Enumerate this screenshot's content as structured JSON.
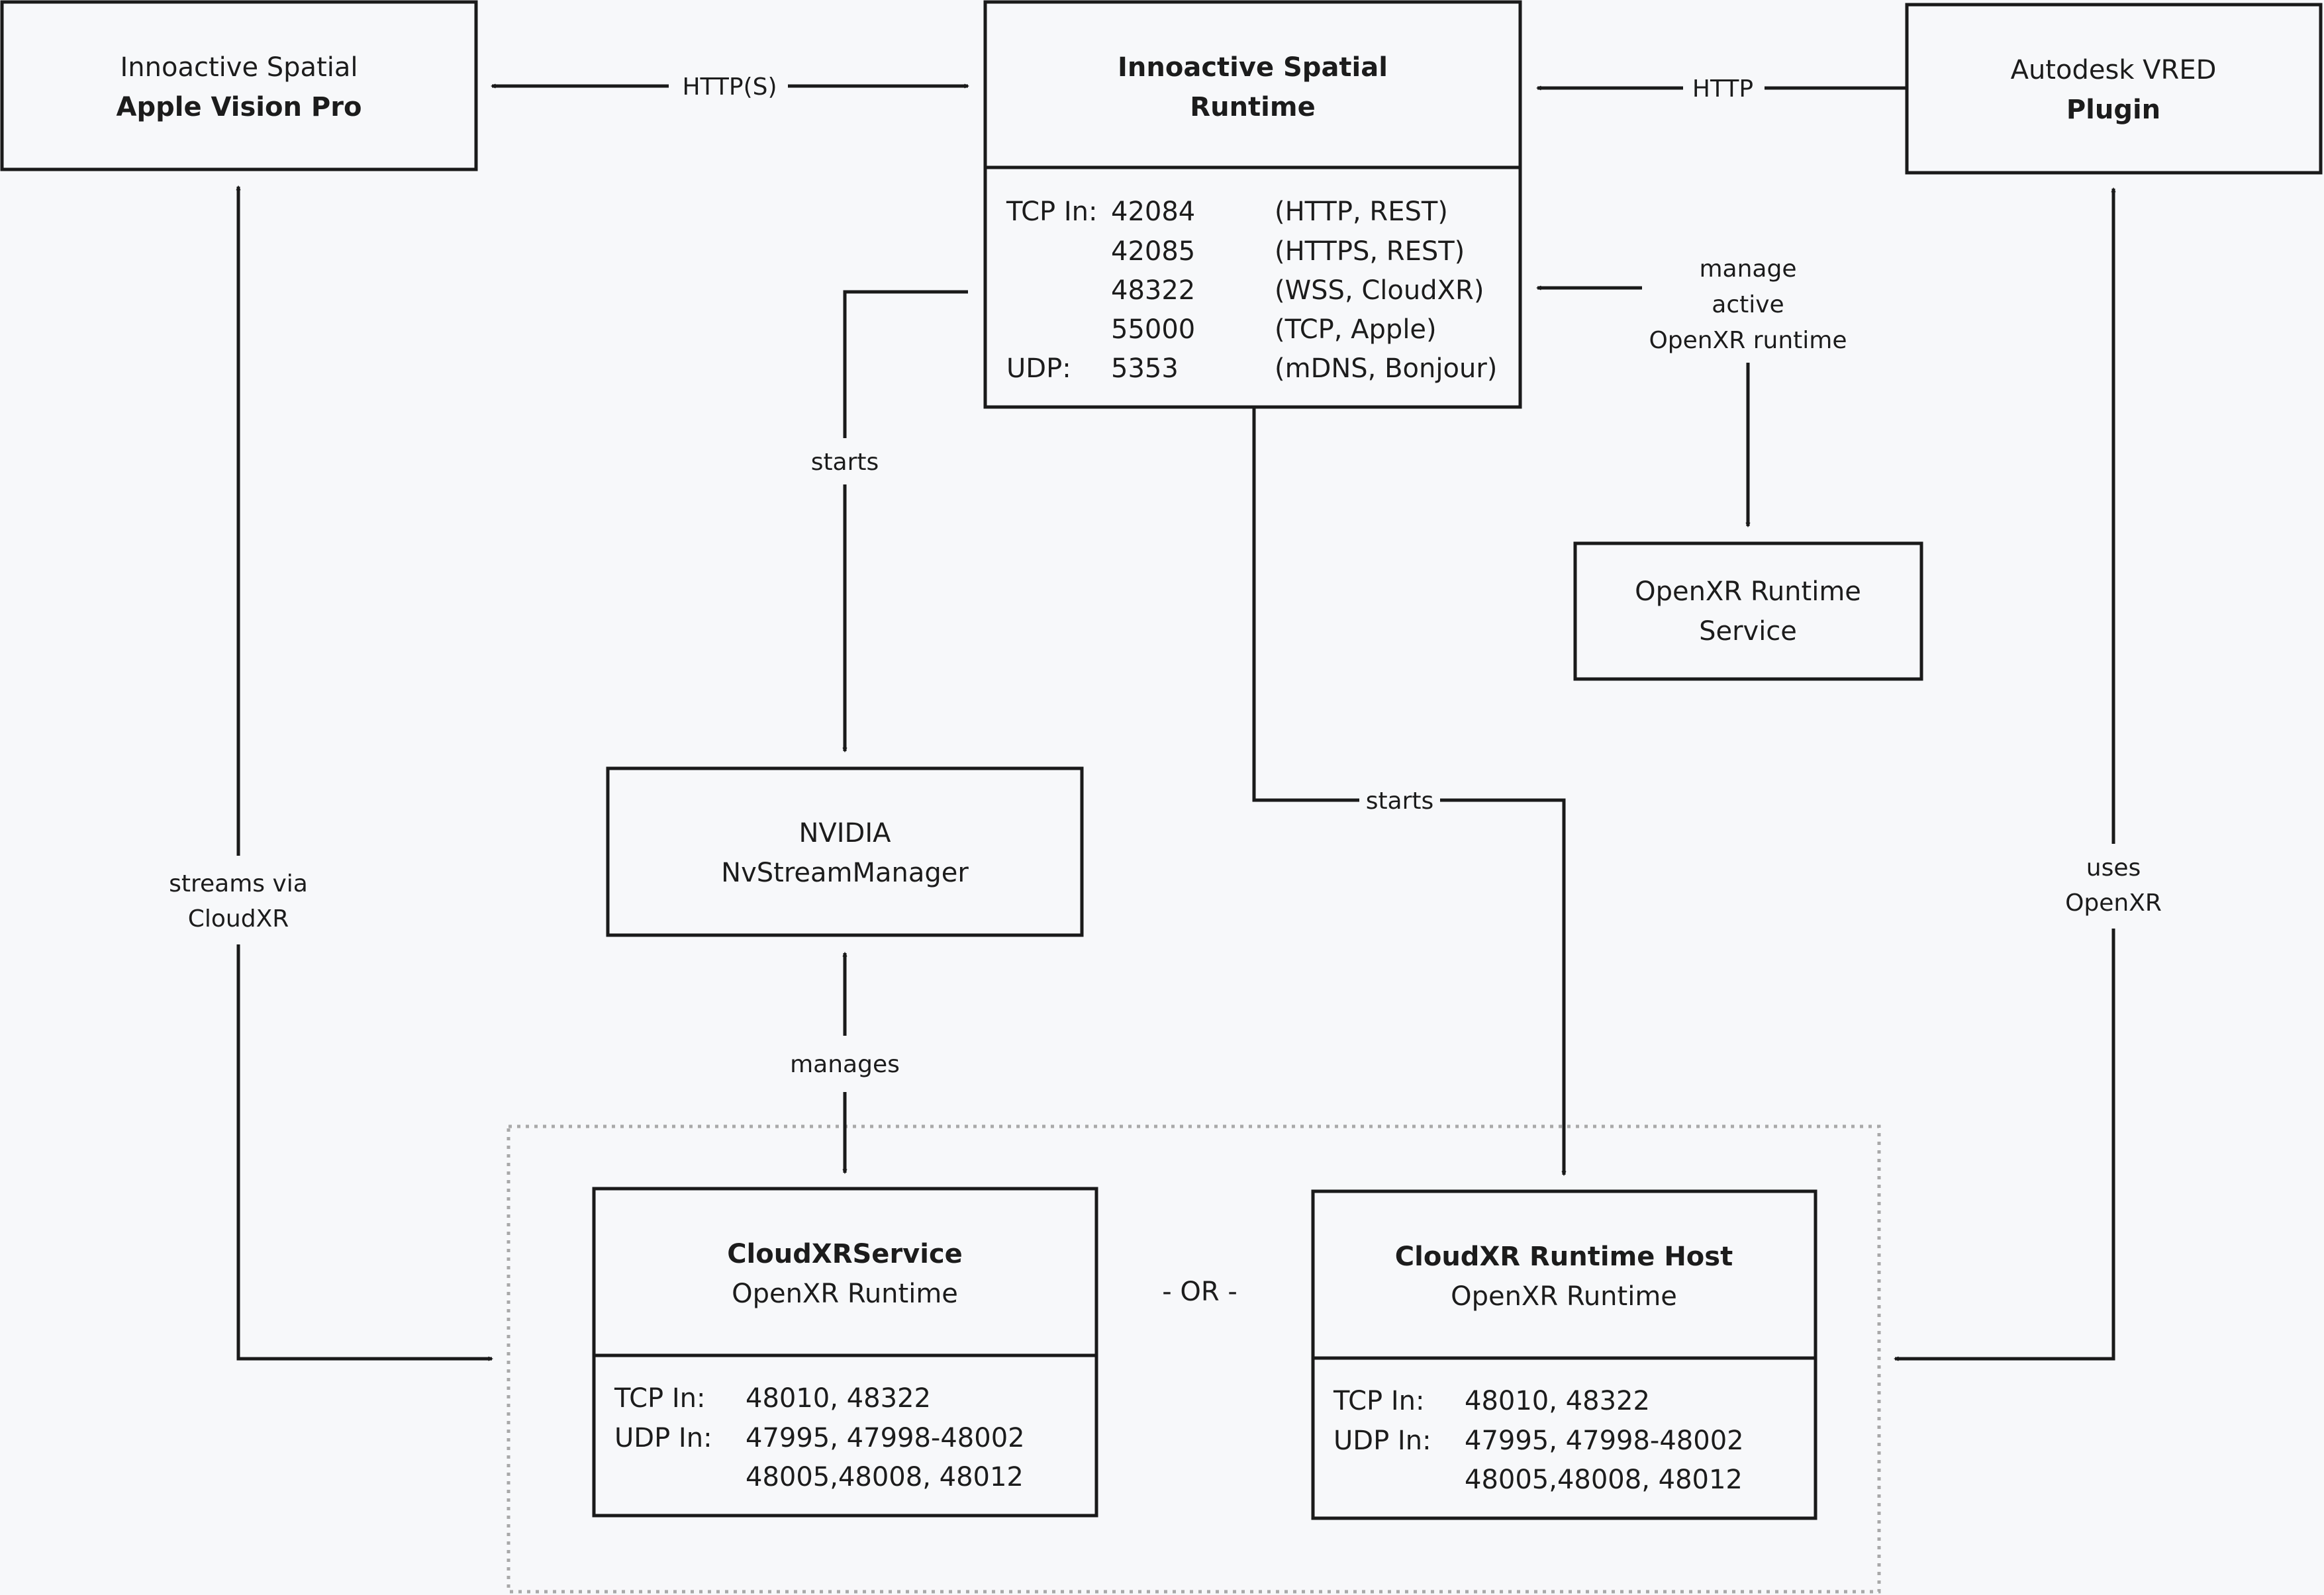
{
  "nodes": {
    "vision_pro": {
      "line1": "Innoactive Spatial",
      "line2": "Apple Vision Pro"
    },
    "runtime": {
      "line1": "Innoactive Spatial",
      "line2": "Runtime",
      "ports": [
        {
          "proto": "TCP In:",
          "port": "42084",
          "desc": "(HTTP, REST)"
        },
        {
          "proto": "",
          "port": "42085",
          "desc": "(HTTPS, REST)"
        },
        {
          "proto": "",
          "port": "48322",
          "desc": "(WSS, CloudXR)"
        },
        {
          "proto": "",
          "port": "55000",
          "desc": "(TCP, Apple)"
        },
        {
          "proto": "UDP:",
          "port": "5353",
          "desc": "(mDNS, Bonjour)"
        }
      ]
    },
    "vred": {
      "line1": "Autodesk VRED",
      "line2": "Plugin"
    },
    "openxr_service": {
      "line1": "OpenXR Runtime",
      "line2": "Service"
    },
    "nvidia": {
      "line1": "NVIDIA",
      "line2": "NvStreamManager"
    },
    "cloudxr_service": {
      "line1": "CloudXRService",
      "line2": "OpenXR Runtime",
      "tcp_label": "TCP In:",
      "tcp_ports": "48010, 48322",
      "udp_label": "UDP In:",
      "udp_ports_1": "47995, 47998-48002",
      "udp_ports_2": "48005,48008, 48012"
    },
    "cloudxr_host": {
      "line1": "CloudXR Runtime Host",
      "line2": "OpenXR Runtime",
      "tcp_label": "TCP In:",
      "tcp_ports": "48010, 48322",
      "udp_label": "UDP In:",
      "udp_ports_1": "47995, 47998-48002",
      "udp_ports_2": "48005,48008, 48012"
    }
  },
  "edges": {
    "https": "HTTP(S)",
    "http": "HTTP",
    "manage_1": "manage",
    "manage_2": "active",
    "manage_3": "OpenXR runtime",
    "starts_nvidia": "starts",
    "starts_host": "starts",
    "manages": "manages",
    "streams_1": "streams via",
    "streams_2": "CloudXR",
    "uses_1": "uses",
    "uses_2": "OpenXR"
  },
  "or_label": "- OR -"
}
